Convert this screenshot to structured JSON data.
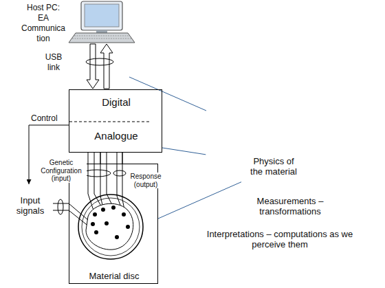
{
  "diagram": {
    "nodes": [
      {
        "text": [
          "Digital",
          "Analogue"
        ]
      },
      {
        "text": [
          "Input signals"
        ]
      },
      {
        "text": [
          "Material disc"
        ]
      },
      {
        "text": [
          "Interpretations – computations as we perceive them"
        ]
      },
      {
        "text": [
          "Measurements – transformations"
        ],
        "in": 3
      },
      {
        "text": [
          "Physics of the material"
        ],
        "in": 4
      }
    ],
    "edges": [
      {
        "from": 0,
        "to": 1,
        "label": "Control",
        "arrow": "to"
      },
      {
        "from": 1,
        "to": 2,
        "arrow": "none"
      },
      {
        "from": 0,
        "to": 2,
        "label": "Genetic Configuration (input)",
        "arrow": "none"
      },
      {
        "from": 0,
        "to": 2,
        "label": "Response (output)",
        "arrow": "none"
      },
      {
        "from": 0,
        "to": 4,
        "arrow": "none"
      },
      {
        "from": 2,
        "to": 5,
        "arrow": "none"
      }
    ],
    "labels": [
      "Host PC: EA Communica tion",
      "USB link"
    ]
  }
}
